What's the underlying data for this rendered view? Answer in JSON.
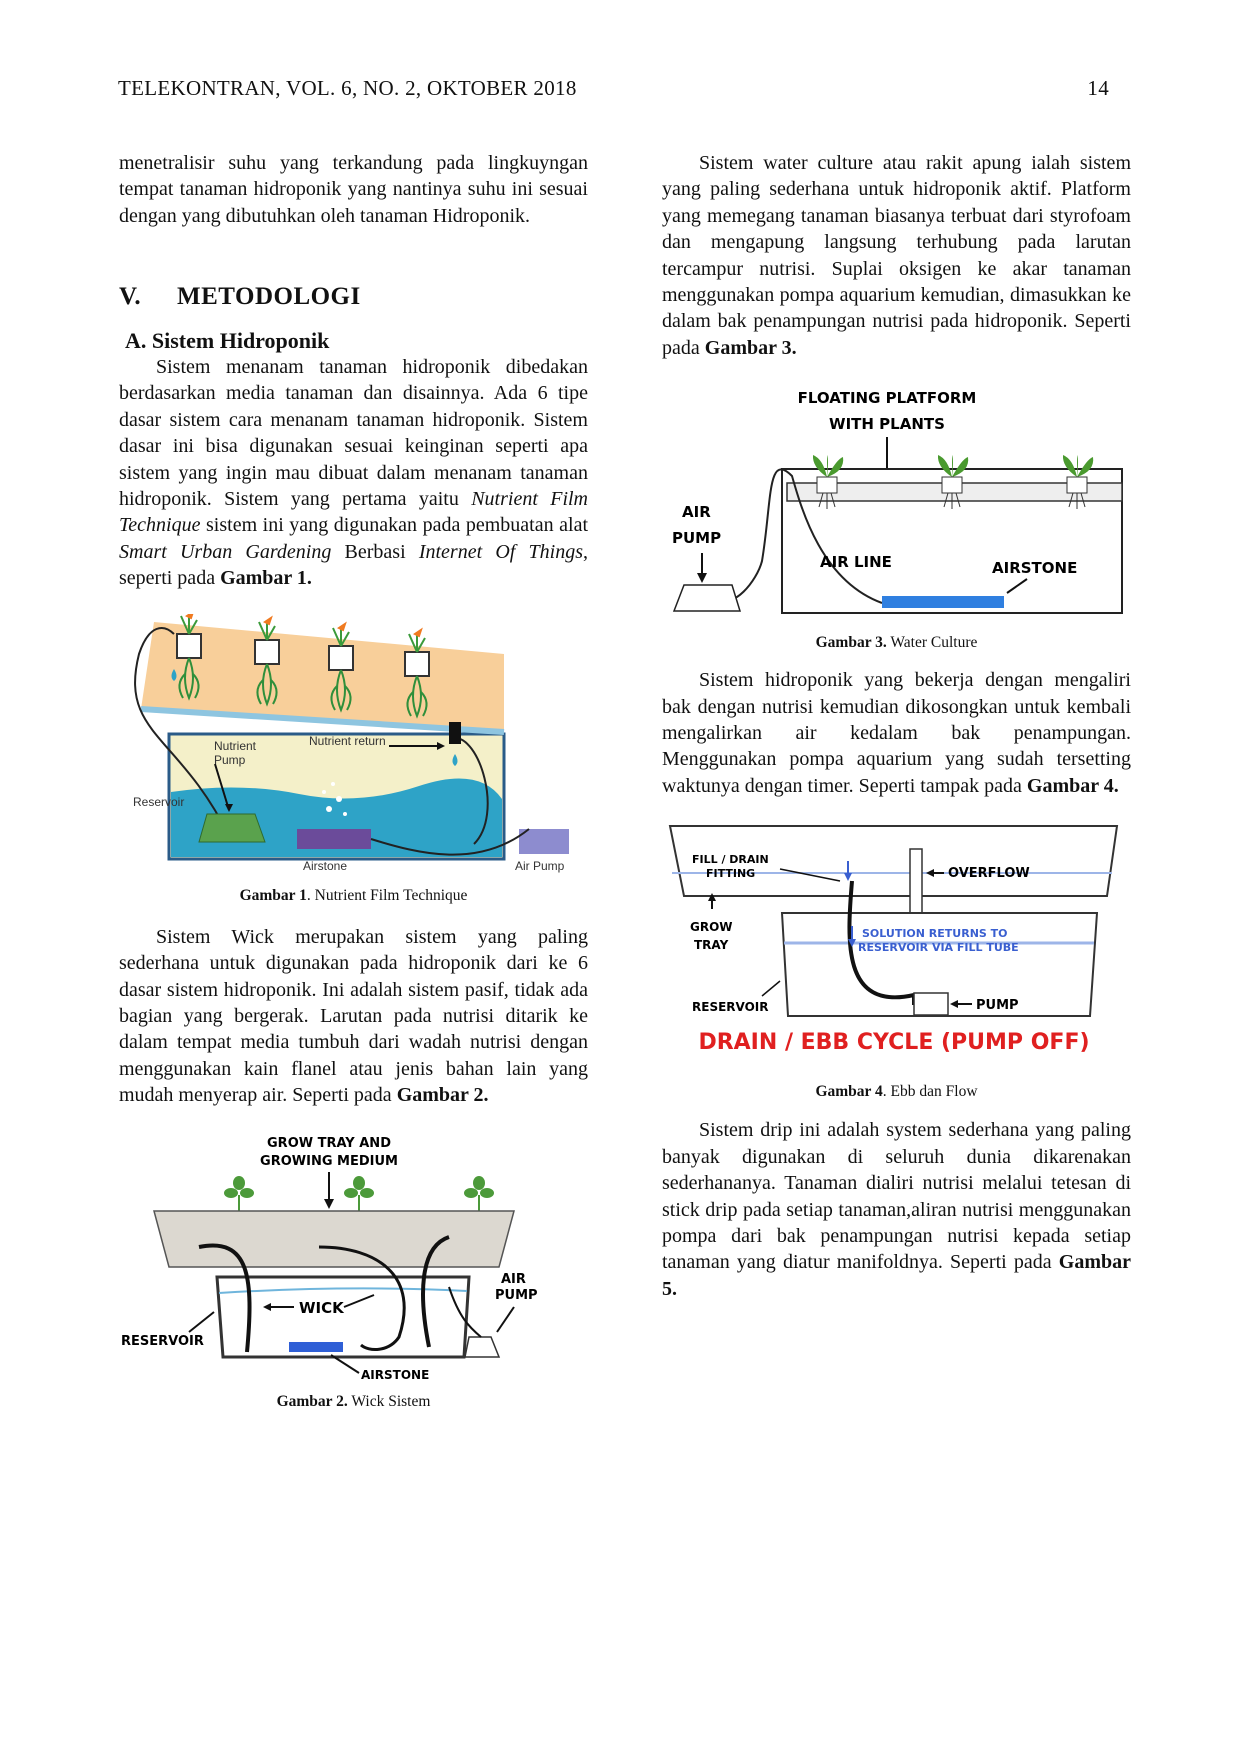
{
  "header": {
    "journal": "TELEKONTRAN, VOL. 6, NO. 2, OKTOBER 2018",
    "page": "14"
  },
  "left": {
    "p0": "menetralisir suhu yang terkandung pada lingkuyngan tempat tanaman hidroponik yang nantinya suhu ini sesuai dengan yang dibutuhkan oleh tanaman Hidroponik.",
    "section_num": "V.",
    "section_title": "METODOLOGI",
    "subsection": "A. Sistem Hidroponik",
    "p1_a": "Sistem menanam tanaman hidroponik dibedakan berdasarkan media tanaman dan disainnya. Ada 6 tipe dasar sistem cara menanam tanaman hidroponik. Sistem dasar ini bisa digunakan sesuai keinginan seperti apa sistem yang ingin mau dibuat dalam menanam tanaman hidroponik. Sistem yang pertama yaitu ",
    "p1_i1": "Nutrient Film Technique",
    "p1_b": " sistem ini yang digunakan pada pembuatan alat ",
    "p1_i2": "Smart Urban Gardening",
    "p1_c": " Berbasi ",
    "p1_i3": "Internet Of Things",
    "p1_d": ", seperti pada ",
    "p1_ref": "Gambar 1.",
    "p2_a": "Sistem Wick merupakan sistem yang paling sederhana untuk digunakan pada hidroponik dari ke 6 dasar sistem hidroponik. Ini adalah sistem pasif, tidak ada bagian yang bergerak. Larutan pada nutrisi ditarik ke dalam tempat media tumbuh dari wadah nutrisi dengan menggunakan kain flanel atau jenis bahan lain yang mudah menyerap air. Seperti pada ",
    "p2_ref": "Gambar 2."
  },
  "right": {
    "p3_a": "Sistem water culture atau rakit apung ialah sistem yang paling sederhana untuk hidroponik aktif. Platform yang memegang tanaman biasanya terbuat dari styrofoam dan mengapung langsung terhubung pada larutan tercampur nutrisi. Suplai oksigen ke akar tanaman menggunakan pompa aquarium kemudian, dimasukkan ke dalam bak penampungan nutrisi pada hidroponik. Seperti pada ",
    "p3_ref": "Gambar 3.",
    "p4_a": "Sistem hidroponik yang bekerja dengan mengaliri bak dengan nutrisi kemudian dikosongkan untuk kembali mengalirkan air kedalam bak penampungan. Menggunakan pompa aquarium yang sudah tersetting waktunya dengan timer. Seperti tampak pada ",
    "p4_ref": "Gambar 4.",
    "p5_a": "Sistem drip ini adalah system sederhana yang paling banyak digunakan di seluruh dunia dikarenakan sederhananya. Tanaman dialiri nutrisi melalui tetesan di stick drip pada setiap tanaman,aliran nutrisi menggunakan pompa dari bak penampungan nutrisi kepada setiap tanaman yang diatur manifoldnya. Seperti pada ",
    "p5_ref": "Gambar 5."
  },
  "fig1": {
    "cap_bold": "Gambar 1",
    "cap_text": ". Nutrient Film Technique",
    "lbl_pump1": "Nutrient",
    "lbl_pump2": "Pump",
    "lbl_return": "Nutrient return",
    "lbl_reservoir": "Reservoir",
    "lbl_airstone": "Airstone",
    "lbl_airpump": "Air Pump"
  },
  "fig2": {
    "cap_bold": "Gambar 2.",
    "cap_text": " Wick Sistem",
    "lbl_tray1": "GROW TRAY AND",
    "lbl_tray2": "GROWING MEDIUM",
    "lbl_wick": "WICK",
    "lbl_air1": "AIR",
    "lbl_air2": "PUMP",
    "lbl_reservoir": "RESERVOIR",
    "lbl_airstone": "AIRSTONE"
  },
  "fig3": {
    "cap_bold": "Gambar 3.",
    "cap_text": " Water Culture",
    "lbl_float1": "FLOATING PLATFORM",
    "lbl_float2": "WITH PLANTS",
    "lbl_air1": "AIR",
    "lbl_air2": "PUMP",
    "lbl_airline": "AIR LINE",
    "lbl_airstone": "AIRSTONE"
  },
  "fig4": {
    "cap_bold": "Gambar 4",
    "cap_text": ". Ebb dan Flow",
    "lbl_fill1": "FILL / DRAIN",
    "lbl_fill2": "FITTING",
    "lbl_overflow": "OVERFLOW",
    "lbl_grow1": "GROW",
    "lbl_grow2": "TRAY",
    "lbl_solution1": "SOLUTION RETURNS TO",
    "lbl_solution2": "RESERVOIR VIA FILL TUBE",
    "lbl_reservoir": "RESERVOIR",
    "lbl_pump": "PUMP",
    "lbl_cycle": "DRAIN / EBB CYCLE (PUMP OFF)"
  }
}
